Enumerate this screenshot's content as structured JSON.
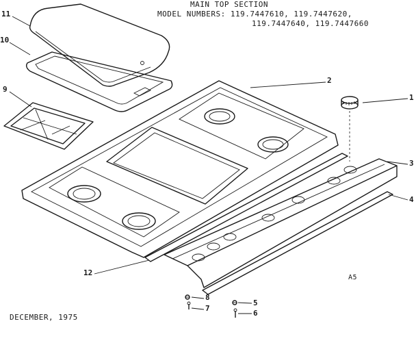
{
  "header": {
    "title": "MAIN TOP SECTION",
    "models_line1": "MODEL NUMBERS: 119.7447610, 119.7447620,",
    "models_line2": "119.7447640, 119.7447660"
  },
  "footer": {
    "date": "DECEMBER, 1975",
    "diagram_code": "A5"
  },
  "callouts": [
    "1",
    "2",
    "3",
    "4",
    "5",
    "6",
    "7",
    "8",
    "9",
    "10",
    "11",
    "12"
  ]
}
